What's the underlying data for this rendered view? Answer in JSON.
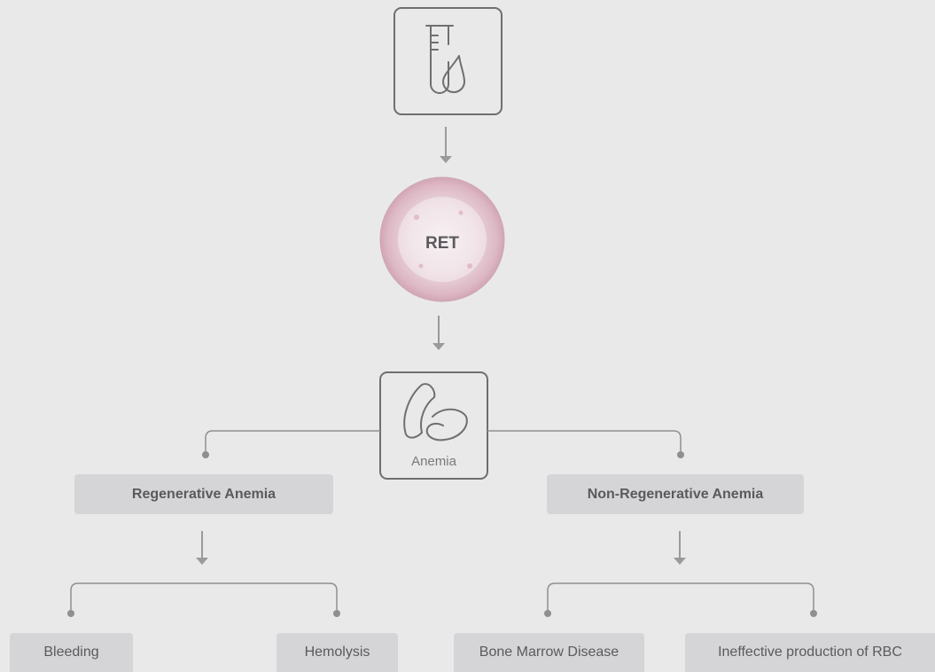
{
  "top_icon": "test-tube-blood-drop-icon",
  "ret": {
    "label": "RET"
  },
  "anemia": {
    "label": "Anemia",
    "icon": "red-blood-cells-icon"
  },
  "branches": {
    "regenerative": {
      "label": "Regenerative Anemia",
      "children": [
        "Bleeding",
        "Hemolysis"
      ]
    },
    "non_regenerative": {
      "label": "Non-Regenerative Anemia",
      "children": [
        "Bone Marrow Disease",
        "Ineffective production of RBC"
      ]
    }
  },
  "colors": {
    "background": "#e9e9ea",
    "lines": "#8f8f91",
    "box_fill": "#d5d5d7",
    "text": "#5a5a5c",
    "ret_circle": "#e8c8d2"
  }
}
